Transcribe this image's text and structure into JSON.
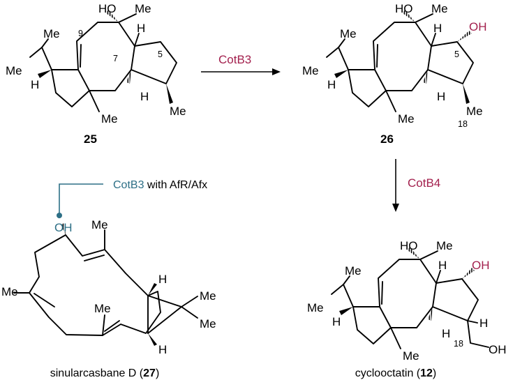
{
  "compounds": {
    "c25": {
      "label": "25"
    },
    "c26": {
      "label": "26"
    },
    "c27": {
      "name": "sinularcasbane D (",
      "num": "27",
      "close": ")"
    },
    "c12": {
      "name": "cyclooctatin (",
      "num": "12",
      "close": ")"
    }
  },
  "atoms": {
    "ho": "HO",
    "oh": "OH",
    "me": "Me",
    "h": "H",
    "n9": "9",
    "n7": "7",
    "n5": "5",
    "n18": "18"
  },
  "reactions": {
    "step1": {
      "enzyme": "CotB3"
    },
    "step2": {
      "enzyme": "CotB4"
    },
    "annotation": {
      "enzyme": "CotB3",
      "rest": " with AfR/Afx"
    }
  },
  "colors": {
    "enzyme": "#a3214e",
    "annotation": "#2d6f86",
    "bonds": "#000000"
  }
}
